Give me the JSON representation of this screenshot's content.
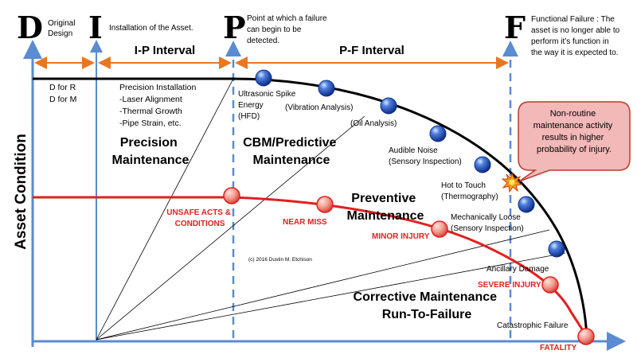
{
  "milestones": [
    {
      "letter": "D",
      "description": [
        "Original",
        "Design"
      ]
    },
    {
      "letter": "I",
      "description": [
        "Installation of the Asset."
      ]
    },
    {
      "letter": "P",
      "description": [
        "Point at which a failure",
        "can begin to be",
        "detected."
      ]
    },
    {
      "letter": "F",
      "description": [
        "Functional Failure : The",
        "asset is no longer able to",
        "perform it’s function in",
        "the way it is expected to."
      ]
    }
  ],
  "intervals": {
    "ip": "I-P Interval",
    "pf": "P-F Interval"
  },
  "axis": {
    "y_label": "Asset Condition"
  },
  "left_box": {
    "lines": [
      "D for R",
      "D for M"
    ]
  },
  "precision_install": {
    "lines": [
      "Precision Installation",
      "-Laser Alignment",
      "-Thermal Growth",
      "-Pipe Strain, etc."
    ]
  },
  "zones": {
    "precision": [
      "Precision",
      "Maintenance"
    ],
    "cbm": [
      "CBM/Predictive",
      "Maintenance"
    ],
    "preventive": [
      "Preventive",
      "Maintenance"
    ],
    "corrective": [
      "Corrective Maintenance",
      "Run-To-Failure"
    ]
  },
  "detection_points": [
    {
      "label": [
        "Ultrasonic Spike",
        "Energy",
        "(HFD)"
      ]
    },
    {
      "label": [
        "(Vibration Analysis)"
      ]
    },
    {
      "label": [
        "(Oil Analysis)"
      ]
    },
    {
      "label": [
        "Audible Noise",
        "(Sensory Inspection)"
      ]
    },
    {
      "label": [
        "Hot to Touch",
        "(Thermography)"
      ]
    },
    {
      "label": [
        "Mechanically Loose",
        "(Sensory Inspection)"
      ]
    },
    {
      "label": [
        "Ancillary Damage"
      ]
    },
    {
      "label": [
        "Catastrophic Failure"
      ]
    }
  ],
  "safety_points": [
    {
      "label": [
        "UNSAFE ACTS &",
        "CONDITIONS"
      ]
    },
    {
      "label": [
        "NEAR MISS"
      ]
    },
    {
      "label": [
        "MINOR INJURY"
      ]
    },
    {
      "label": [
        "SEVERE INJURY"
      ]
    },
    {
      "label": [
        "FATALITY"
      ]
    }
  ],
  "callout": {
    "lines": [
      "Non-routine",
      "maintenance activity",
      "results in higher",
      "probability of injury."
    ]
  },
  "copyright": "(c) 2016 Dustin M. Etchison",
  "colors": {
    "axis_blue": "#5b8bd0",
    "interval_orange": "#e87722",
    "safety_red": "#e0201f",
    "callout_fill": "#f3b8b8",
    "point_blue": "#1f4fb5"
  }
}
